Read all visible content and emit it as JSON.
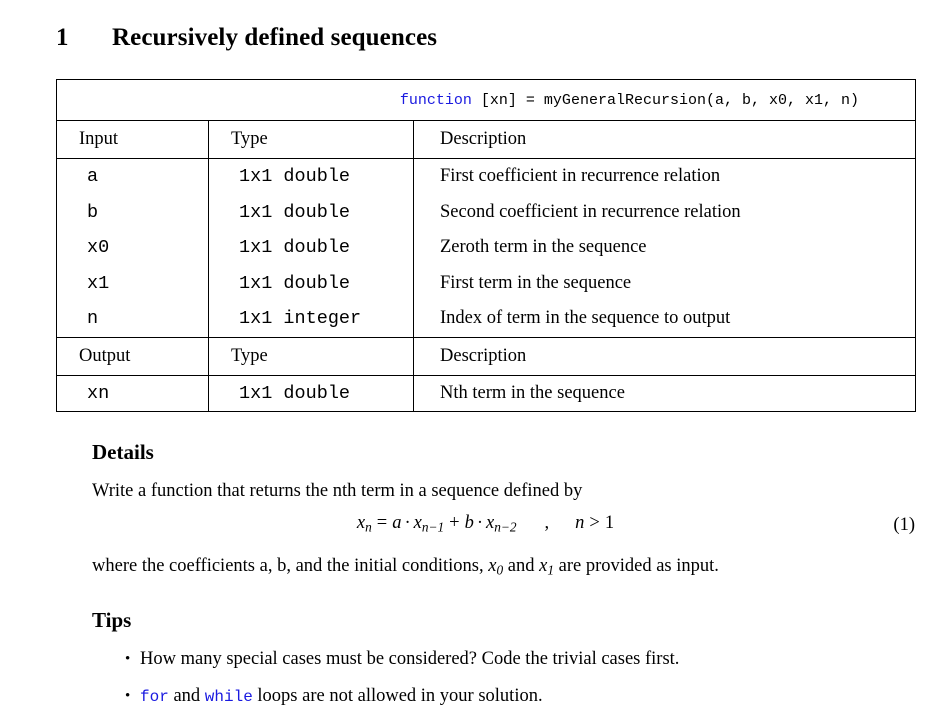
{
  "document": {
    "section": {
      "number": "1",
      "title": "Recursively defined sequences"
    },
    "signature": {
      "keyword": "function",
      "rest": " [xn] = myGeneralRecursion(a, b, x0, x1, n)"
    },
    "input_table": {
      "headers": [
        "Input",
        "Type",
        "Description"
      ],
      "rows": [
        {
          "name": "a",
          "type": "1x1 double",
          "description": "First coefficient in recurrence relation"
        },
        {
          "name": "b",
          "type": "1x1 double",
          "description": "Second coefficient in recurrence relation"
        },
        {
          "name": "x0",
          "type": "1x1 double",
          "description": "Zeroth term in the sequence"
        },
        {
          "name": "x1",
          "type": "1x1 double",
          "description": "First term in the sequence"
        },
        {
          "name": "n",
          "type": "1x1 integer",
          "description": "Index of term in the sequence to output"
        }
      ]
    },
    "output_table": {
      "headers": [
        "Output",
        "Type",
        "Description"
      ],
      "rows": [
        {
          "name": "xn",
          "type": "1x1 double",
          "description": "Nth term in the sequence"
        }
      ]
    },
    "details": {
      "heading": "Details",
      "intro": "Write a function that returns the nth term in a sequence defined by",
      "equation": {
        "lhs_var": "x",
        "lhs_sub": "n",
        "equals": "=",
        "coef_a": "a",
        "term1_var": "x",
        "term1_sub": "n−1",
        "plus": "+",
        "coef_b": "b",
        "term2_var": "x",
        "term2_sub": "n−2",
        "comma": ",",
        "cond_var": "n",
        "cond_op": ">",
        "cond_val": "1",
        "number": "(1)",
        "cdot": "·"
      },
      "where_parts": {
        "p1": "where the coefficients a, b, and the initial conditions, ",
        "v1": "x",
        "s1": "0",
        "p2": " and ",
        "v2": "x",
        "s2": "1",
        "p3": " are provided as input."
      }
    },
    "tips": {
      "heading": "Tips",
      "items": [
        {
          "bullet": "•",
          "text": "How many special cases must be considered?  Code the trivial cases first."
        },
        {
          "bullet": "•",
          "kw1": "for",
          "mid": " and ",
          "kw2": "while",
          "tail": " loops are not allowed in your solution."
        }
      ]
    },
    "colors": {
      "keyword_blue": "#1a1ae0",
      "text_black": "#000000",
      "page_background": "#ffffff"
    }
  }
}
